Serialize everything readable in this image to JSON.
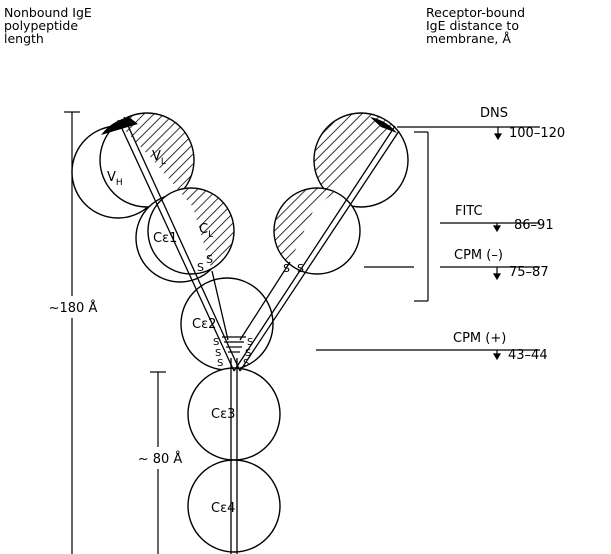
{
  "header_left": [
    "Nonbound IgE",
    "polypeptide",
    "length"
  ],
  "header_right": [
    "Receptor-bound",
    "IgE distance to",
    "membrane, Å"
  ],
  "lengths": {
    "total": "~180 Å",
    "fc_part": "~ 80 Å"
  },
  "domains": {
    "vh": {
      "main": "V",
      "sub": "H"
    },
    "vl": {
      "main": "V",
      "sub": "L"
    },
    "cl": {
      "main": "C",
      "sub": "L"
    },
    "ce1": {
      "main": "Cε1"
    },
    "ce2": {
      "main": "Cε2"
    },
    "ce3": {
      "main": "Cε3"
    },
    "ce4": {
      "main": "Cε4"
    }
  },
  "disulfide_label": "S",
  "probes": [
    {
      "name": "DNS",
      "distance": "100–120"
    },
    {
      "name": "FITC",
      "distance": "86–91"
    },
    {
      "name": "CPM (–)",
      "distance": "75–87"
    },
    {
      "name": "CPM (+)",
      "distance": "43–44"
    }
  ]
}
